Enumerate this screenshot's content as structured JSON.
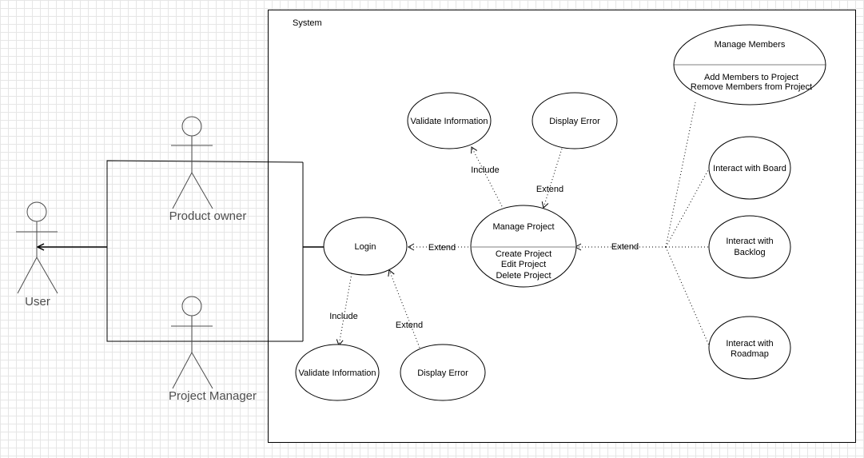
{
  "system": {
    "label": "System"
  },
  "actors": {
    "user": "User",
    "product_owner": "Product owner",
    "project_manager": "Project Manager"
  },
  "use_cases": {
    "login": "Login",
    "validate_info_login": "Validate Information",
    "display_error_login": "Display Error",
    "manage_project": {
      "title": "Manage Project",
      "items": [
        "Create Project",
        "Edit Project",
        "Delete Project"
      ]
    },
    "validate_info_project": "Validate Information",
    "display_error_project": "Display Error",
    "manage_members": {
      "title": "Manage Members",
      "items": [
        "Add Members to Project",
        "Remove Members from Project"
      ]
    },
    "interact_board": "Interact with Board",
    "interact_backlog": [
      "Interact with",
      "Backlog"
    ],
    "interact_roadmap": [
      "Interact with",
      "Roadmap"
    ]
  },
  "relations": {
    "include_login": "Include",
    "extend_login_error": "Extend",
    "extend_login_manage": "Extend",
    "include_project": "Include",
    "extend_project_error": "Extend",
    "extend_interactions": "Extend"
  }
}
